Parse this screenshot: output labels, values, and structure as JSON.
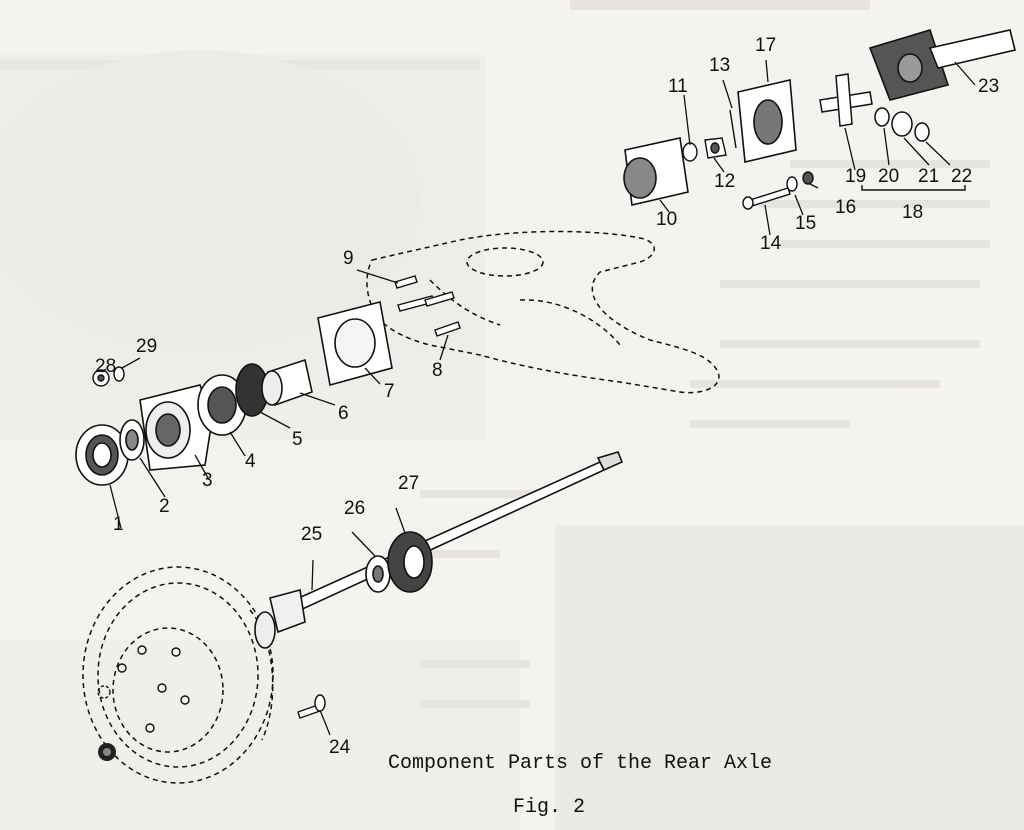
{
  "caption": {
    "title": "Component Parts of the Rear Axle",
    "figure": "Fig. 2"
  },
  "parts": [
    {
      "id": "part-1",
      "label": "1"
    },
    {
      "id": "part-2",
      "label": "2"
    },
    {
      "id": "part-3",
      "label": "3"
    },
    {
      "id": "part-4",
      "label": "4"
    },
    {
      "id": "part-5",
      "label": "5"
    },
    {
      "id": "part-6",
      "label": "6"
    },
    {
      "id": "part-7",
      "label": "7"
    },
    {
      "id": "part-8",
      "label": "8"
    },
    {
      "id": "part-9",
      "label": "9"
    },
    {
      "id": "part-10",
      "label": "10"
    },
    {
      "id": "part-11",
      "label": "11"
    },
    {
      "id": "part-12",
      "label": "12"
    },
    {
      "id": "part-13",
      "label": "13"
    },
    {
      "id": "part-14",
      "label": "14"
    },
    {
      "id": "part-15",
      "label": "15"
    },
    {
      "id": "part-16",
      "label": "16"
    },
    {
      "id": "part-17",
      "label": "17"
    },
    {
      "id": "part-18",
      "label": "18"
    },
    {
      "id": "part-19",
      "label": "19"
    },
    {
      "id": "part-20",
      "label": "20"
    },
    {
      "id": "part-21",
      "label": "21"
    },
    {
      "id": "part-22",
      "label": "22"
    },
    {
      "id": "part-23",
      "label": "23"
    },
    {
      "id": "part-24",
      "label": "24"
    },
    {
      "id": "part-25",
      "label": "25"
    },
    {
      "id": "part-26",
      "label": "26"
    },
    {
      "id": "part-27",
      "label": "27"
    },
    {
      "id": "part-28",
      "label": "28"
    },
    {
      "id": "part-29",
      "label": "29"
    }
  ]
}
